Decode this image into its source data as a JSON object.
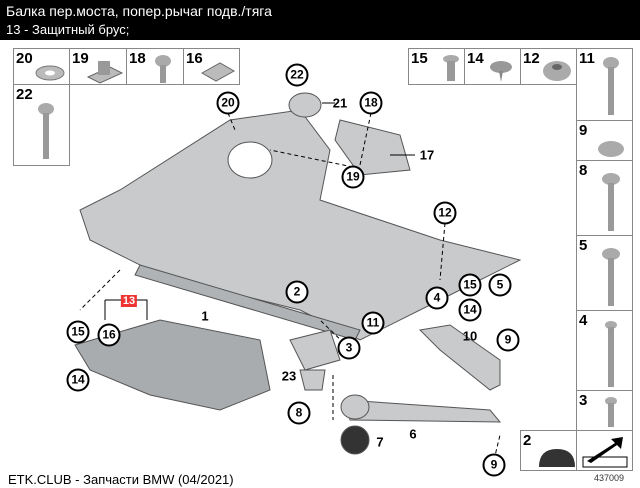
{
  "header": {
    "title": "Балка пер.моста, попер.рычаг подв./тяга",
    "subtitle": "13 - Защитный брус;"
  },
  "parts_grid": [
    "20",
    "19",
    "18",
    "16",
    "22",
    "15",
    "14",
    "12",
    "11",
    "9",
    "8",
    "5",
    "4",
    "3",
    "2"
  ],
  "callouts": {
    "c22": "22",
    "c21": "21",
    "c20": "20",
    "c18": "18",
    "c17": "17",
    "c19": "19",
    "c12": "12",
    "c2": "2",
    "c1": "1",
    "c4": "4",
    "c15a": "15",
    "c5": "5",
    "c14a": "14",
    "c11": "11",
    "c10": "10",
    "c9a": "9",
    "c13": "13",
    "c15b": "15",
    "c16": "16",
    "c14b": "14",
    "c3": "3",
    "c23": "23",
    "c8": "8",
    "c6": "6",
    "c7": "7",
    "c9b": "9"
  },
  "footer": {
    "source": "ETK.CLUB - Запчасти BMW (04/2021)",
    "diagram_code": "437009"
  }
}
